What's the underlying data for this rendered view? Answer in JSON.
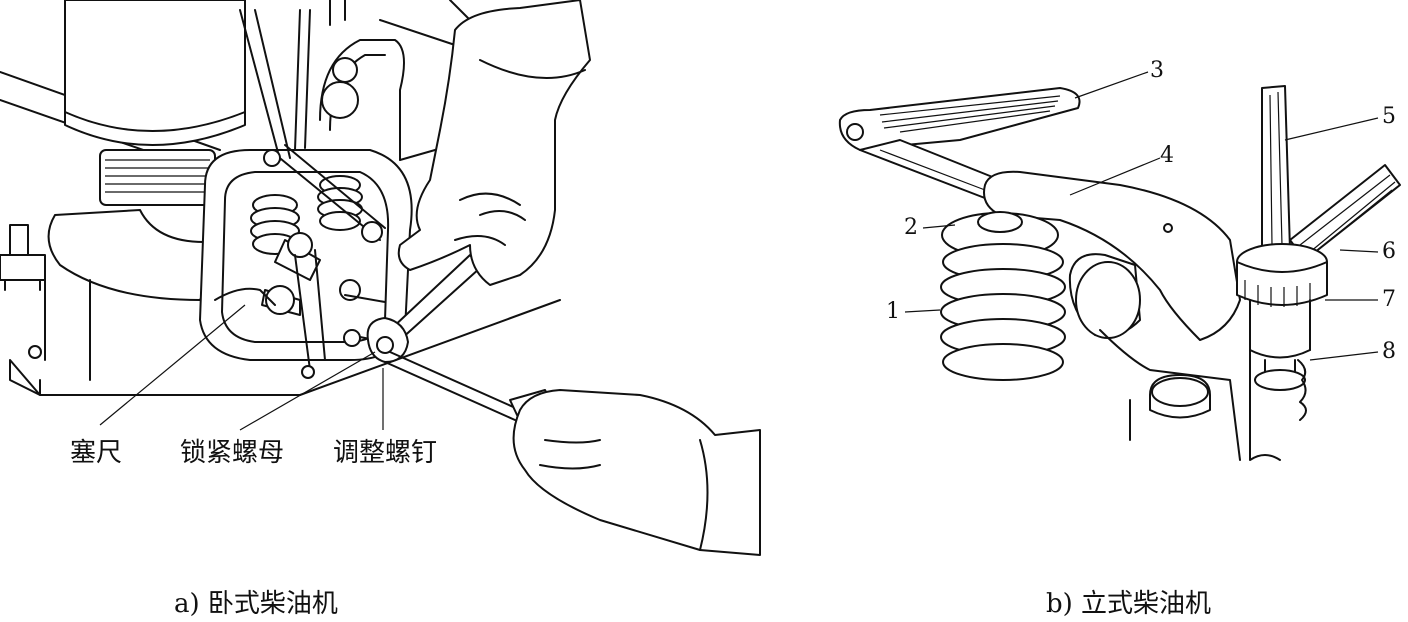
{
  "figure_a": {
    "caption": "a) 卧式柴油机",
    "labels": {
      "feeler_gauge": "塞尺",
      "lock_nut": "锁紧螺母",
      "adjusting_screw": "调整螺钉"
    }
  },
  "figure_b": {
    "caption": "b) 立式柴油机",
    "part_numbers": [
      "1",
      "2",
      "3",
      "4",
      "5",
      "6",
      "7",
      "8"
    ]
  }
}
